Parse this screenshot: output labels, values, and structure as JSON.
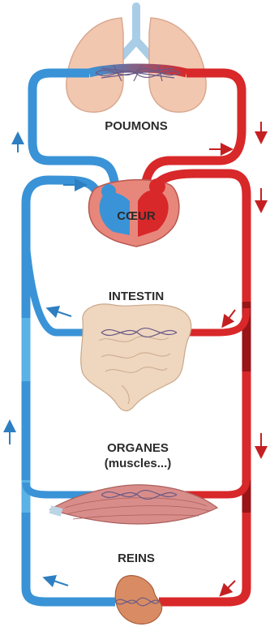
{
  "labels": {
    "poumons": "POUMONS",
    "coeur": "CŒUR",
    "intestin": "INTESTIN",
    "organes": "ORGANES",
    "muscles": "(muscles...)",
    "reins": "REINS"
  },
  "colors": {
    "deoxygenated_blood": "#3a93d6",
    "oxygenated_blood": "#d8282a",
    "lung_tissue": "#f2c7b0",
    "heart_muscle": "#e7877c",
    "intestine": "#efd6bf",
    "muscle": "#d98d8a",
    "kidney": "#d98c63",
    "trachea": "#a9cde6"
  },
  "icons": {
    "lungs": "lungs-icon",
    "heart": "heart-icon",
    "intestine": "intestine-icon",
    "muscle": "muscle-icon",
    "kidney": "kidney-icon"
  }
}
